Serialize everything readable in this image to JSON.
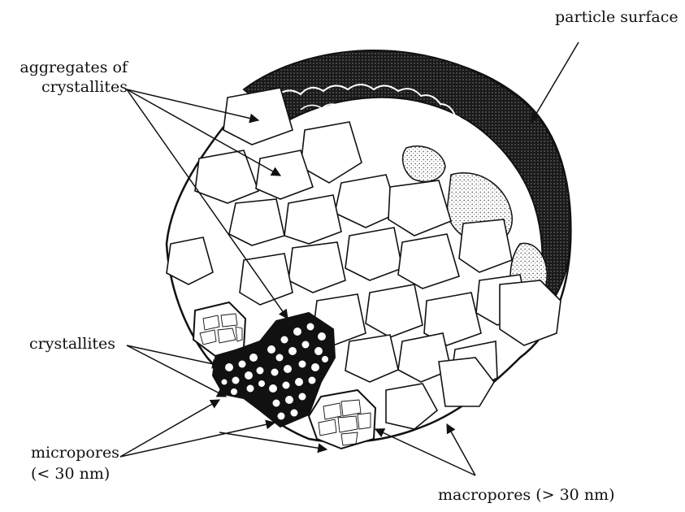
{
  "labels": {
    "particle_surface": "particle surface",
    "aggregates_line1": "aggregates of",
    "aggregates_line2": "crystallites",
    "crystallites": "crystallites",
    "micropores_line1": "micropores",
    "micropores_line2": "(< 30 nm)",
    "macropores": "macropores (> 30 nm)"
  },
  "colors": {
    "ink": "#111111",
    "stipple": "#9a9a9a",
    "background": "#ffffff"
  }
}
